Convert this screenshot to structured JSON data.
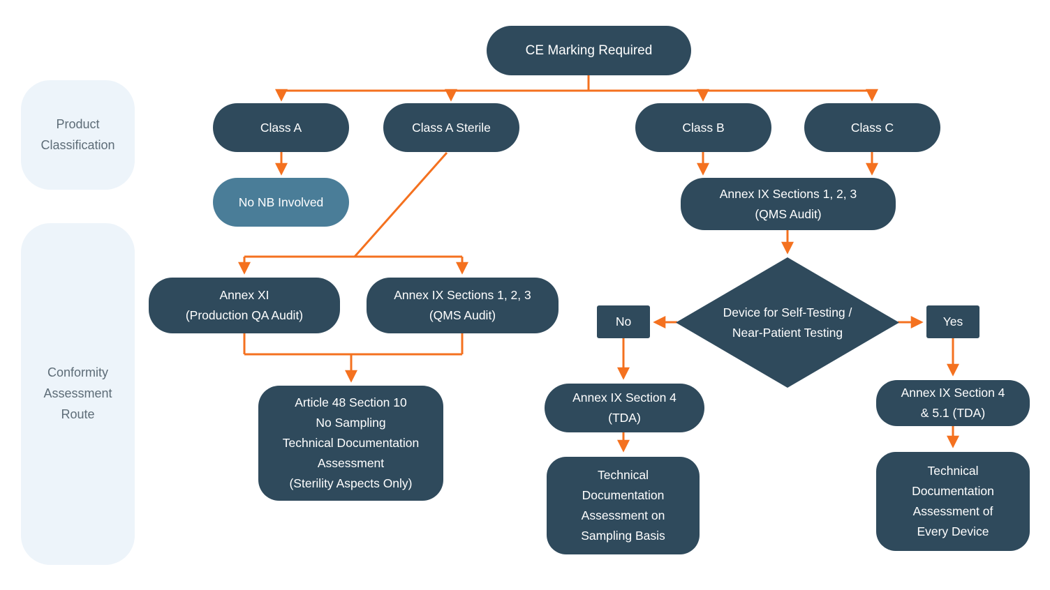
{
  "sidebar": {
    "product_classification": "Product\nClassification",
    "conformity_route": "Conformity\nAssessment\nRoute"
  },
  "nodes": {
    "ce_marking": "CE Marking Required",
    "class_a": "Class A",
    "class_a_sterile": "Class A Sterile",
    "class_b": "Class B",
    "class_c": "Class C",
    "no_nb": "No NB Involved",
    "annex_ix_qms_right": "Annex IX Sections 1, 2, 3\n(QMS Audit)",
    "self_testing_decision": "Device for Self-Testing /\nNear-Patient Testing",
    "decision_no": "No",
    "decision_yes": "Yes",
    "annex_xi": "Annex XI\n(Production QA Audit)",
    "annex_ix_qms_left": "Annex IX Sections 1, 2, 3\n(QMS Audit)",
    "article_48": "Article 48 Section 10\nNo Sampling\nTechnical Documentation\nAssessment\n(Sterility Aspects Only)",
    "annex_ix_section4_tda": "Annex IX Section 4\n(TDA)",
    "tda_sampling": "Technical\nDocumentation\nAssessment on\nSampling Basis",
    "annex_ix_section4_51": "Annex IX Section 4\n& 5.1 (TDA)",
    "tda_every_device": "Technical\nDocumentation\nAssessment of\nEvery Device"
  },
  "colors": {
    "node_dark": "#2F4A5C",
    "node_light_blue": "#4A7D98",
    "sidebar_bg": "#EDF4FA",
    "sidebar_text": "#5D6C77",
    "arrow_orange": "#F4711F",
    "background": "#FFFFFF"
  }
}
